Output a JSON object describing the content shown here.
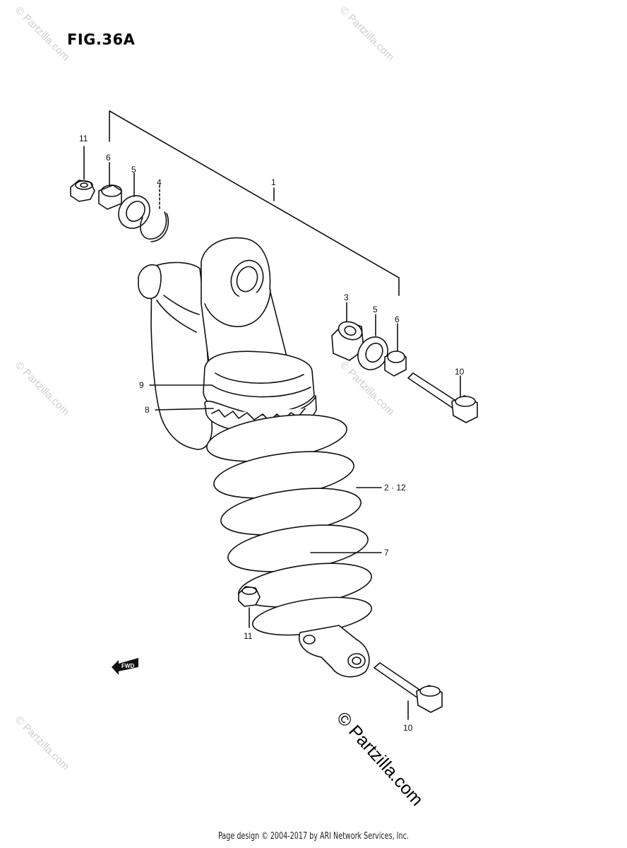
{
  "figure": {
    "title": "FIG.36A"
  },
  "callouts": {
    "c1": "1",
    "c2_12": "2 · 12",
    "c3": "3",
    "c4": "4",
    "c5_top": "5",
    "c5_right": "5",
    "c6_top": "6",
    "c6_right": "6",
    "c7": "7",
    "c8": "8",
    "c9": "9",
    "c10_upper": "10",
    "c10_lower": "10",
    "c11_top": "11",
    "c11_bottom": "11"
  },
  "fwd_label": "FWD",
  "watermarks": {
    "small": "© Partzilla.com",
    "large": "© Partzilla.com"
  },
  "footer": {
    "text": "Page design © 2004-2017 by ARI Network Services, Inc."
  }
}
